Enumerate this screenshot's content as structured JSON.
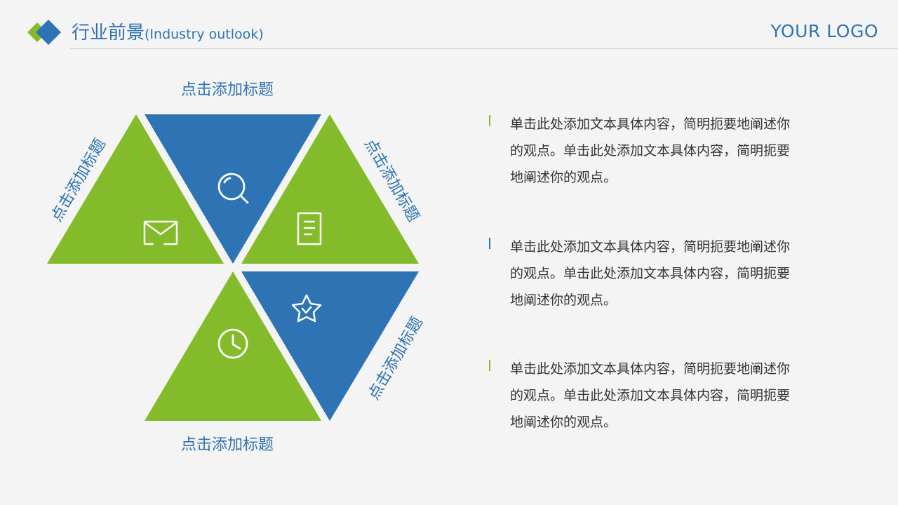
{
  "colors": {
    "green": "#84bb2a",
    "blue": "#2e73b3",
    "text": "#333333"
  },
  "header": {
    "title_main": "行业前景",
    "title_sub": "(Industry outlook)",
    "logo_text": "YOUR LOGO"
  },
  "diagram": {
    "labels": {
      "top": "点击添加标题",
      "bottom": "点击添加标题",
      "left": "点击添加标题",
      "right_top": "点击添加标题",
      "right_bottom": "点击添加标题"
    },
    "icons": [
      "envelope-icon",
      "search-icon",
      "document-icon",
      "clock-icon",
      "star-check-icon"
    ]
  },
  "points": [
    {
      "text": "单击此处添加文本具体内容，简明扼要地阐述你的观点。单击此处添加文本具体内容，简明扼要地阐述你的观点。",
      "color": "#84bb2a"
    },
    {
      "text": "单击此处添加文本具体内容，简明扼要地阐述你的观点。单击此处添加文本具体内容，简明扼要地阐述你的观点。",
      "color": "#2e73b3"
    },
    {
      "text": "单击此处添加文本具体内容，简明扼要地阐述你的观点。单击此处添加文本具体内容，简明扼要地阐述你的观点。",
      "color": "#84bb2a"
    }
  ]
}
